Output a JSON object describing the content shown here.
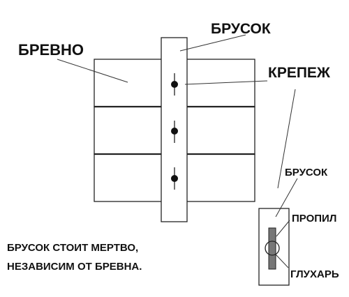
{
  "labels": {
    "log": "БРЕВНО",
    "bar_top": "БРУСОК",
    "fastener": "КРЕПЕЖ",
    "bar_detail": "БРУСОК",
    "slot": "ПРОПИЛ",
    "screw": "ГЛУХАРЬ"
  },
  "note": {
    "line1": "БРУСОК СТОИТ МЕРТВО,",
    "line2": "НЕЗАВИСИМ ОТ БРЕВНА."
  },
  "colors": {
    "stroke": "#222222",
    "text": "#111111",
    "slot_fill": "#777777",
    "background": "#ffffff"
  }
}
